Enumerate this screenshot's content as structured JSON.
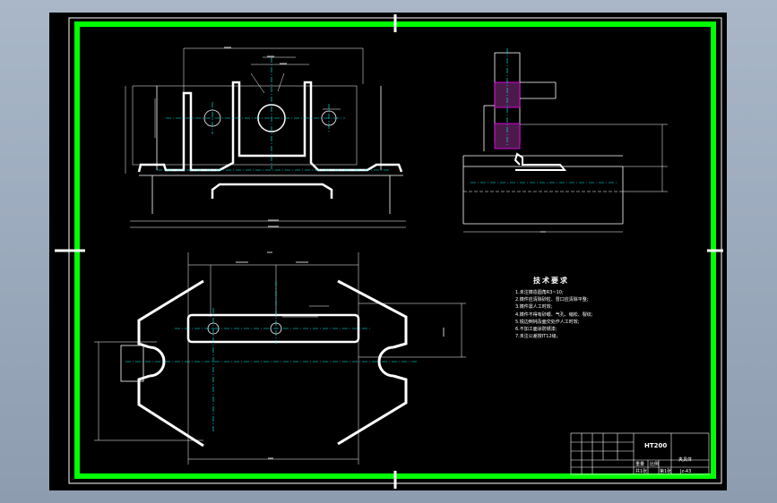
{
  "notes": {
    "title": "技术要求",
    "items": [
      "1.未注铸造圆角R3~10;",
      "2.铸件应清除砂粒、冒口应清除平整;",
      "3.铸件需人工时效;",
      "4.铸件不得有砂眼、气孔、缩松、裂纹;",
      "5.锐边倒钝及面交处作人工时效;",
      "6.不加工面涂防锈漆;",
      "7.未注公差按IT12级。"
    ]
  },
  "title_block": {
    "material": "HT200",
    "part_name": "夹具体",
    "drawing_no": "Jz-43",
    "scale_label": "比例",
    "sheet_label": "共1张",
    "sheet_no": "第1张",
    "weight_label": "重量"
  },
  "colors": {
    "frame": "#00ff00",
    "lines": "#ffffff",
    "center": "#00ffff",
    "hatch": "#ff00ff"
  }
}
